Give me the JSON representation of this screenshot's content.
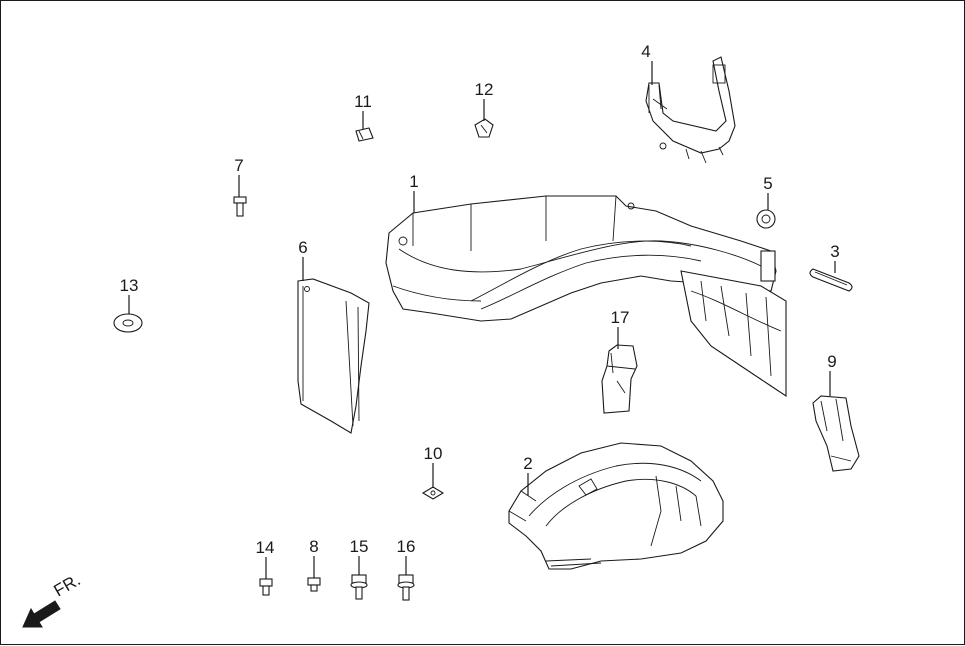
{
  "labels": {
    "p1": "1",
    "p2": "2",
    "p3": "3",
    "p4": "4",
    "p5": "5",
    "p6": "6",
    "p7": "7",
    "p8": "8",
    "p9": "9",
    "p10": "10",
    "p11": "11",
    "p12": "12",
    "p13": "13",
    "p14": "14",
    "p15": "15",
    "p16": "16",
    "p17": "17"
  },
  "direction": {
    "text": "FR."
  },
  "colors": {
    "line": "#1a1a1a",
    "background": "#ffffff"
  }
}
